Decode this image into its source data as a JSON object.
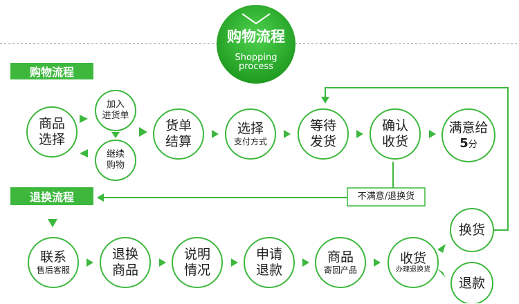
{
  "header": {
    "title": "购物流程",
    "subtitle_line1": "Shopping",
    "subtitle_line2": "process"
  },
  "sections": {
    "shopping": "购物流程",
    "return": "退换流程"
  },
  "shopping_steps": [
    {
      "l1": "商品",
      "l2": "选择"
    },
    {
      "l1": "加入",
      "l2": "进货单"
    },
    {
      "l1": "继续",
      "l2": "购物"
    },
    {
      "l1": "货单",
      "l2": "结算"
    },
    {
      "l1": "选择",
      "l2": "支付方式"
    },
    {
      "l1": "等待",
      "l2": "发货"
    },
    {
      "l1": "确认",
      "l2": "收货"
    },
    {
      "l1": "满意给",
      "l2": "5",
      "l3": "分"
    }
  ],
  "unsatisfied_note": "不满意/退换货",
  "return_steps": [
    {
      "l1": "联系",
      "l2": "售后客服"
    },
    {
      "l1": "退换",
      "l2": "商品"
    },
    {
      "l1": "说明",
      "l2": "情况"
    },
    {
      "l1": "申请",
      "l2": "退款"
    },
    {
      "l1": "商品",
      "l2": "寄回产品"
    },
    {
      "l1": "收货",
      "l2": "办理退换货"
    },
    {
      "l1": "换货"
    },
    {
      "l1": "退款"
    }
  ],
  "colors": {
    "accent": "#3db83d",
    "accent_dark": "#1f9a1f",
    "line": "#3db83d"
  }
}
